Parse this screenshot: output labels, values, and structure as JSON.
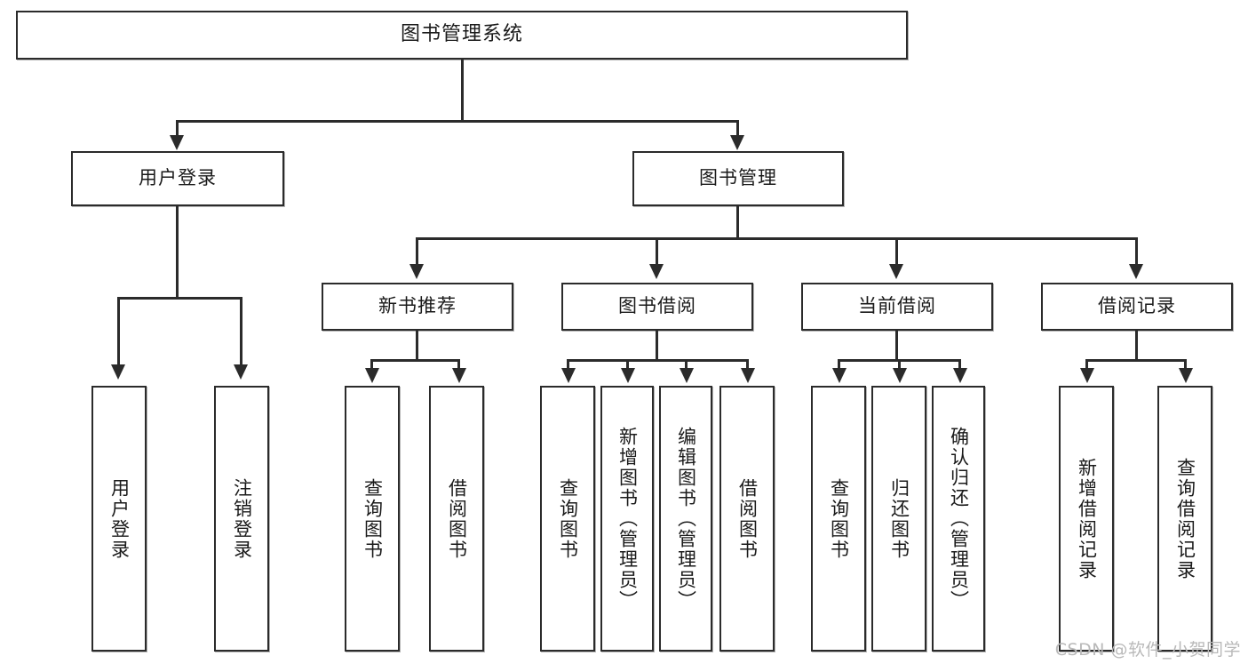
{
  "diagram": {
    "title": "图书管理系统",
    "type": "功能结构图",
    "root": {
      "label": "图书管理系统"
    },
    "level2": [
      {
        "label": "用户登录"
      },
      {
        "label": "图书管理"
      }
    ],
    "level3": [
      {
        "label": "新书推荐"
      },
      {
        "label": "图书借阅"
      },
      {
        "label": "当前借阅"
      },
      {
        "label": "借阅记录"
      }
    ],
    "leaves": {
      "user_login": [
        {
          "label": "用户登录"
        },
        {
          "label": "注销登录"
        }
      ],
      "new_book_recommend": [
        {
          "label": "查询图书"
        },
        {
          "label": "借阅图书"
        }
      ],
      "book_borrow": [
        {
          "label": "查询图书"
        },
        {
          "label": "新增图书（管理员）"
        },
        {
          "label": "编辑图书（管理员）"
        },
        {
          "label": "借阅图书"
        }
      ],
      "current_borrow": [
        {
          "label": "查询图书"
        },
        {
          "label": "归还图书"
        },
        {
          "label": "确认归还（管理员）"
        }
      ],
      "borrow_record": [
        {
          "label": "新增借阅记录"
        },
        {
          "label": "查询借阅记录"
        }
      ]
    }
  },
  "watermark": {
    "text": "CSDN @软件_小贺同学"
  },
  "colors": {
    "line": "#2b2b2b",
    "box_border": "#2b2b2b",
    "background": "#ffffff",
    "text": "#1a1a1a",
    "watermark": "#b9b9b9"
  }
}
